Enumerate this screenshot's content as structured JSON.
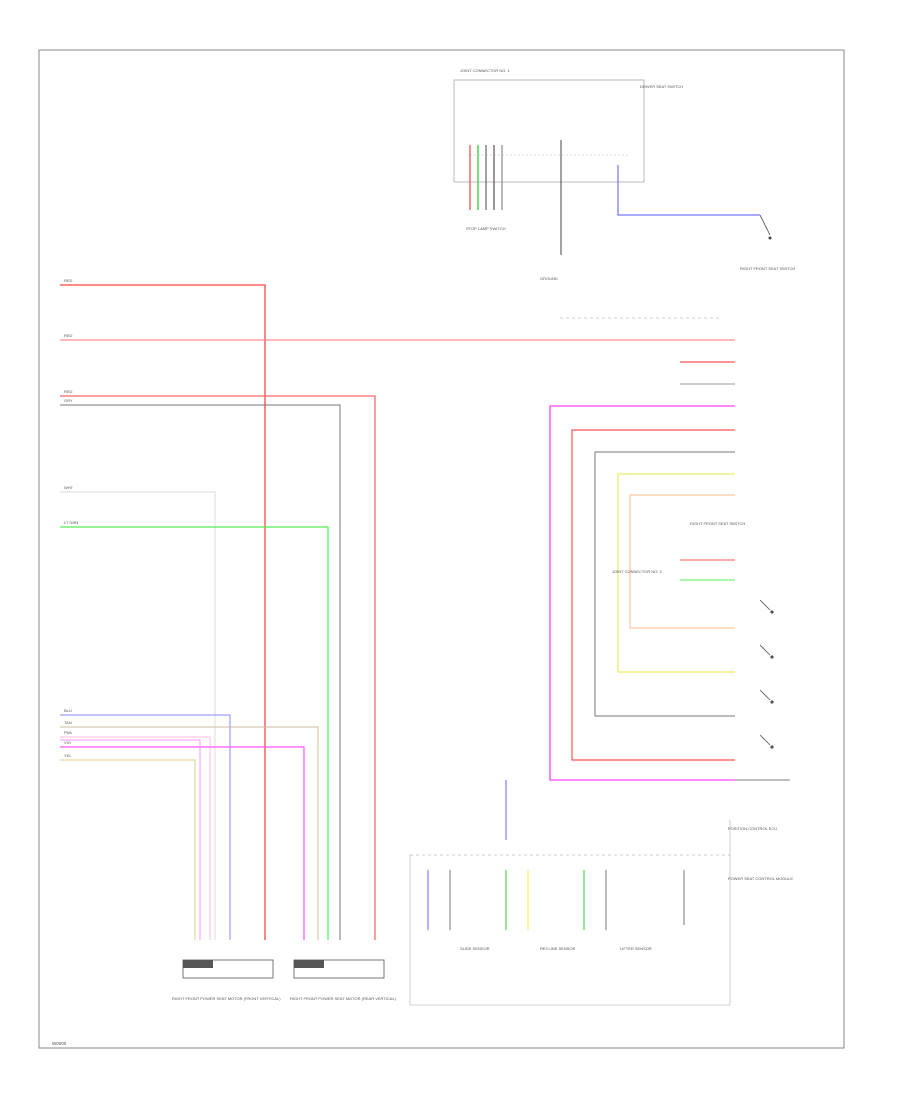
{
  "footer": {
    "code": "W0000"
  },
  "components": {
    "top_connector": {
      "name": "JOINT CONNECTOR NO. 1"
    },
    "stop_lamp": {
      "name": "STOP LAMP SWITCH"
    },
    "ground_a": {
      "name": "GROUND"
    },
    "seat_switch_top": {
      "name": "DRIVER SEAT SWITCH"
    },
    "right_seat_switch": {
      "name": "RIGHT FRONT SEAT SWITCH"
    },
    "mid_connector": {
      "name": "JOINT CONNECTOR NO. 2"
    },
    "right_seat_switch_lower": {
      "name": "RIGHT FRONT SEAT SWITCH"
    },
    "left_connector": {
      "name": "RIGHT FRONT POWER SEAT MOTOR (FRONT VERTICAL)"
    },
    "right_connector": {
      "name": "RIGHT FRONT POWER SEAT MOTOR (REAR VERTICAL)"
    },
    "main_controller": {
      "name": "POWER SEAT CONTROL MODULE"
    },
    "controller_note": {
      "name": "POSITION CONTROL ECU"
    },
    "sensor_a": {
      "name": "SLIDE SENSOR"
    },
    "sensor_b": {
      "name": "RECLINE SENSOR"
    },
    "sensor_c": {
      "name": "LIFTER SENSOR"
    }
  },
  "wires": {
    "w1": "RED",
    "w2": "RED",
    "w3": "RED",
    "w4": "GRY",
    "w5": "WHT",
    "w6": "LT GRN",
    "w7": "BLU",
    "w8": "TAN",
    "w9": "PNK",
    "w10": "VIO",
    "w11": "YEL"
  }
}
